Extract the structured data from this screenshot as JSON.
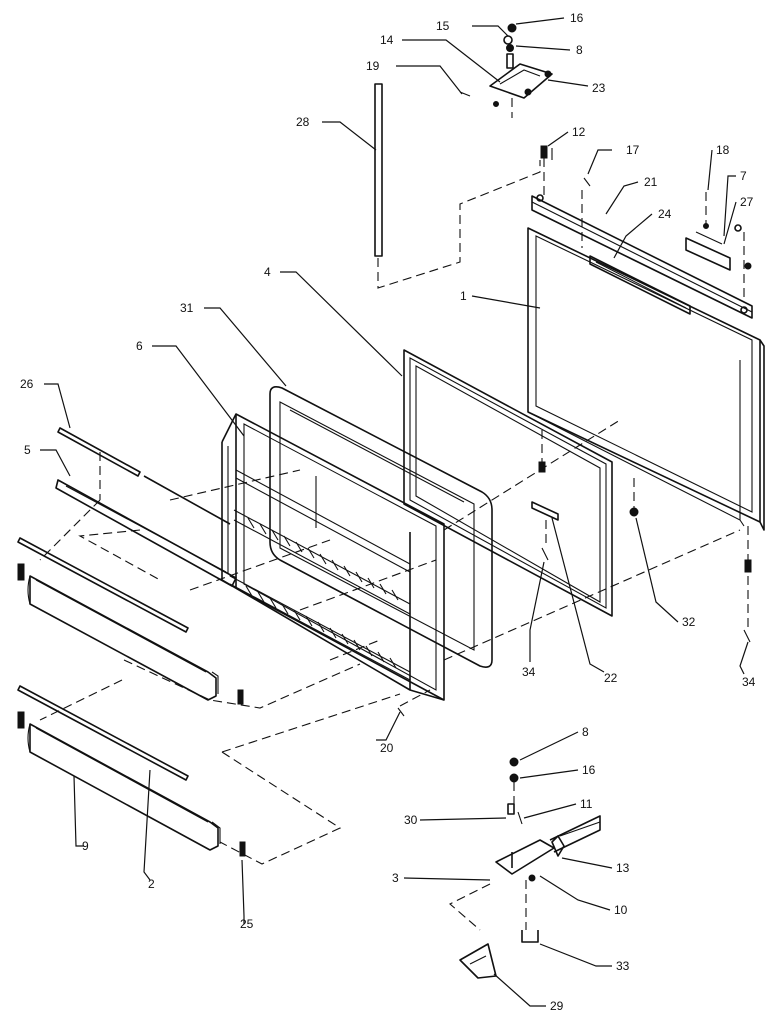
{
  "diagram": {
    "callouts": [
      {
        "id": "c16a",
        "label": "16"
      },
      {
        "id": "c15",
        "label": "15"
      },
      {
        "id": "c8a",
        "label": "8"
      },
      {
        "id": "c14",
        "label": "14"
      },
      {
        "id": "c19",
        "label": "19"
      },
      {
        "id": "c23",
        "label": "23"
      },
      {
        "id": "c28",
        "label": "28"
      },
      {
        "id": "c12",
        "label": "12"
      },
      {
        "id": "c17",
        "label": "17"
      },
      {
        "id": "c18",
        "label": "18"
      },
      {
        "id": "c7",
        "label": "7"
      },
      {
        "id": "c27",
        "label": "27"
      },
      {
        "id": "c21",
        "label": "21"
      },
      {
        "id": "c24",
        "label": "24"
      },
      {
        "id": "c1",
        "label": "1"
      },
      {
        "id": "c4",
        "label": "4"
      },
      {
        "id": "c31",
        "label": "31"
      },
      {
        "id": "c6",
        "label": "6"
      },
      {
        "id": "c26",
        "label": "26"
      },
      {
        "id": "c5",
        "label": "5"
      },
      {
        "id": "c32",
        "label": "32"
      },
      {
        "id": "c34a",
        "label": "34"
      },
      {
        "id": "c22",
        "label": "22"
      },
      {
        "id": "c34b",
        "label": "34"
      },
      {
        "id": "c20",
        "label": "20"
      },
      {
        "id": "c8b",
        "label": "8"
      },
      {
        "id": "c16b",
        "label": "16"
      },
      {
        "id": "c30",
        "label": "30"
      },
      {
        "id": "c11",
        "label": "11"
      },
      {
        "id": "c13",
        "label": "13"
      },
      {
        "id": "c3",
        "label": "3"
      },
      {
        "id": "c10",
        "label": "10"
      },
      {
        "id": "c9",
        "label": "9"
      },
      {
        "id": "c2",
        "label": "2"
      },
      {
        "id": "c25",
        "label": "25"
      },
      {
        "id": "c33",
        "label": "33"
      },
      {
        "id": "c29",
        "label": "29"
      }
    ]
  }
}
